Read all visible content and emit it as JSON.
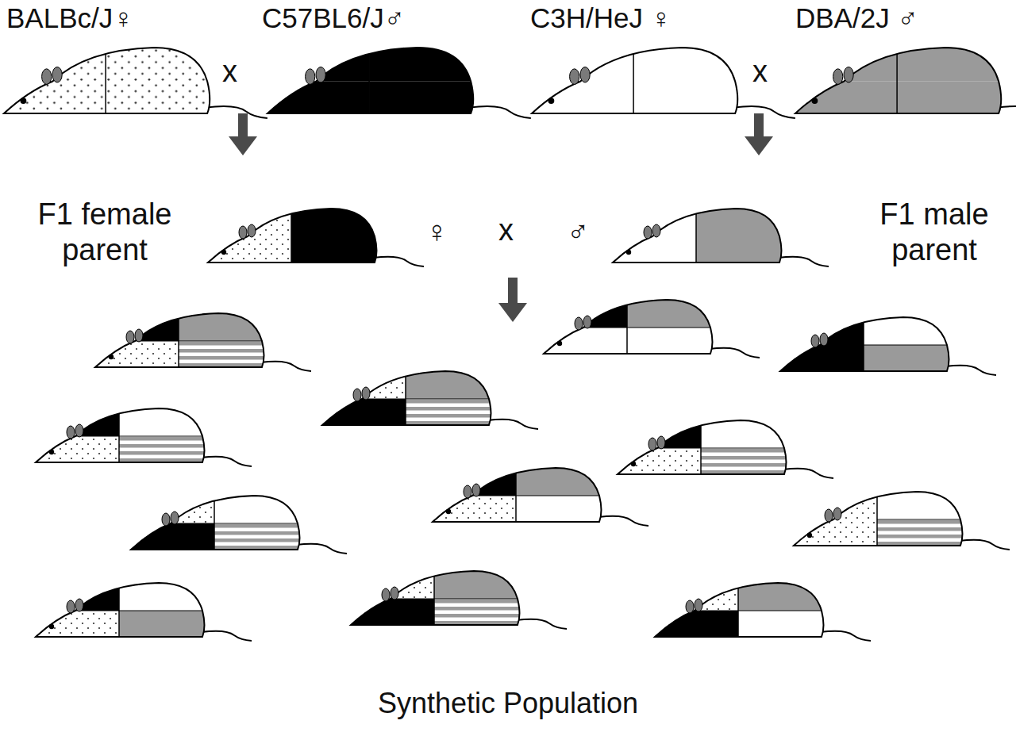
{
  "diagram": {
    "labels": [
      "BALBc/J♀",
      "C57BL6/J♂",
      "C3H/HeJ ♀",
      "DBA/2J ♂",
      "x",
      "x",
      "F1 female parent",
      "♀",
      "x",
      "♂",
      "F1 male parent",
      "Synthetic Population"
    ]
  }
}
